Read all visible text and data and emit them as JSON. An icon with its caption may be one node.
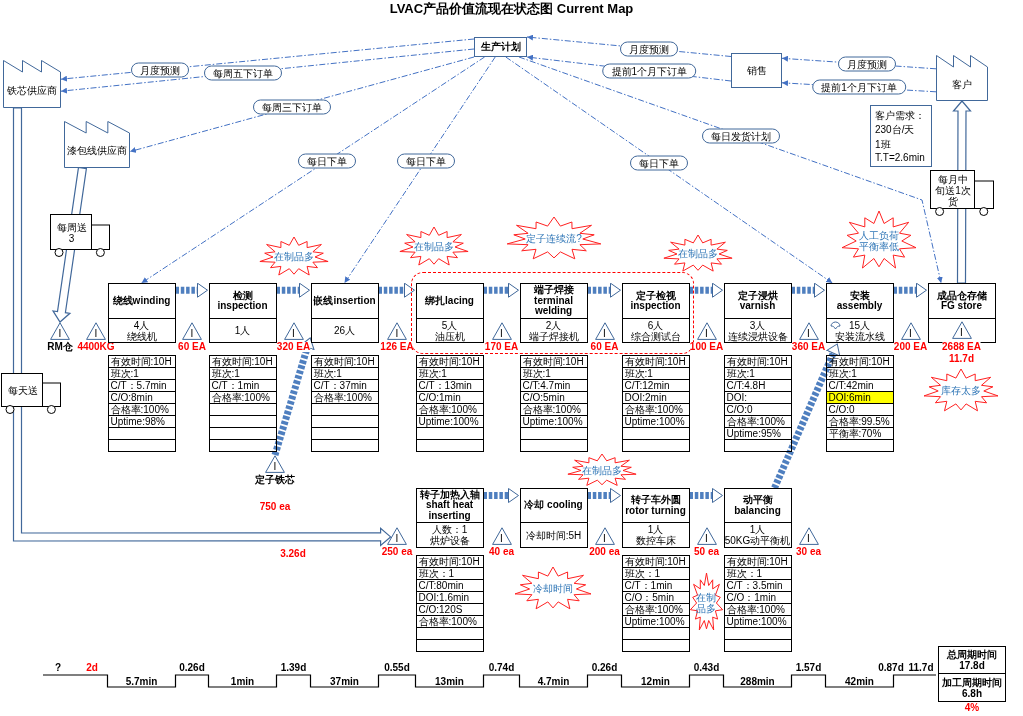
{
  "diagram": {
    "title": "LVAC产品价值流现在状态图 Current Map",
    "nodes": [
      {
        "text": [
          "生产计划"
        ]
      },
      {
        "text": [
          "铁芯供应商"
        ]
      },
      {
        "text": [
          "漆包线供应商"
        ]
      },
      {
        "text": [
          "销售"
        ]
      },
      {
        "text": [
          "客户"
        ]
      },
      {
        "text": [
          "客户需求：",
          "230台/天",
          "1班",
          "T.T=2.6min"
        ]
      },
      {
        "text": [
          "每周送3"
        ]
      },
      {
        "text": [
          "每天送"
        ]
      },
      {
        "text": [
          "每月中旬送1次货"
        ]
      },
      {
        "text": [
          "I"
        ],
        "beside": [
          "RM仓"
        ]
      },
      {
        "text": [
          "I"
        ],
        "beside": [
          "4400KG"
        ]
      },
      {
        "text": [
          "绕线winding",
          "4人",
          "绕线机"
        ]
      },
      {
        "text": [
          "有效时间:10H",
          "班次:1",
          "C/T：5.7min",
          "C/O:8min",
          "合格率:100%",
          "Uptime:98%"
        ]
      },
      {
        "text": [
          "I"
        ],
        "beside": [
          "60 EA"
        ]
      },
      {
        "text": [
          "检测 inspection",
          "1人"
        ]
      },
      {
        "text": [
          "有效时间:10H",
          "班次:1",
          "C/T：1min",
          "合格率:100%"
        ]
      },
      {
        "text": [
          "I"
        ],
        "beside": [
          "320 EA"
        ]
      },
      {
        "text": [
          "嵌线insertion",
          "26人"
        ]
      },
      {
        "text": [
          "有效时间:10H",
          "班次:1",
          "C/T：37min",
          "合格率:100%"
        ]
      },
      {
        "text": [
          "I"
        ],
        "beside": [
          "126 EA"
        ]
      },
      {
        "text": [],
        "shape": "box"
      },
      {
        "text": [
          "绑扎lacing",
          "5人",
          "油压机"
        ],
        "in": 20
      },
      {
        "text": [
          "有效时间:10H",
          "班次:1",
          "C/T：13min",
          "C/O:1min",
          "合格率:100%",
          "Uptime:100%"
        ]
      },
      {
        "text": [
          "I"
        ],
        "beside": [
          "170 EA"
        ],
        "in": 20
      },
      {
        "text": [
          "端子焊接 terminal welding",
          "2人",
          "端子焊接机"
        ],
        "in": 20
      },
      {
        "text": [
          "有效时间:10H",
          "班次:1",
          "C/T:4.7min",
          "C/O:5min",
          "合格率:100%",
          "Uptime:100%"
        ]
      },
      {
        "text": [
          "I"
        ],
        "beside": [
          "60 EA"
        ],
        "in": 20
      },
      {
        "text": [
          "定子检视 inspection",
          "6人",
          "综合测试台"
        ],
        "in": 20
      },
      {
        "text": [
          "有效时间:10H",
          "班次:1",
          "C/T:12min",
          "DOI:2min",
          "合格率:100%",
          "Uptime:100%"
        ]
      },
      {
        "text": [
          "I"
        ],
        "beside": [
          "100 EA"
        ]
      },
      {
        "text": [
          "定子浸烘 varnish",
          "3人",
          "连续浸烘设备"
        ]
      },
      {
        "text": [
          "有效时间:10H",
          "班次:1",
          "C/T:4.8H",
          "DOI:",
          "C/O:0",
          "合格率:100%",
          "Uptime:95%"
        ]
      },
      {
        "text": [
          "I"
        ],
        "beside": [
          "360 EA"
        ]
      },
      {
        "text": [
          "安装assembly",
          "15人",
          "安装流水线"
        ]
      },
      {
        "text": [
          "有效时间:10H",
          "班次:1",
          "C/T:42min",
          "DOI:6min",
          "C/O:0",
          "合格率:99.5%",
          "平衡率:70%"
        ]
      },
      {
        "text": [
          "I"
        ],
        "beside": [
          "200 EA"
        ]
      },
      {
        "text": [
          "成品仓存储 FG store"
        ]
      },
      {
        "text": [
          "I"
        ],
        "beside": [
          "2688 EA",
          "11.7d"
        ],
        "in": 36
      },
      {
        "text": [
          "I"
        ],
        "beside": [
          "定子铁芯",
          "750 ea"
        ]
      },
      {
        "text": [
          "I"
        ],
        "beside": [
          "250 ea"
        ]
      },
      {
        "text": [
          "转子加热入轴 shaft heat inserting",
          "人数：1",
          "烘炉设备"
        ]
      },
      {
        "text": [
          "有效时间:10H",
          "班次：1",
          "C/T:80min",
          "DOI:1.6min",
          "C/O:120S",
          "合格率:100%"
        ]
      },
      {
        "text": [
          "I"
        ],
        "beside": [
          "40 ea"
        ]
      },
      {
        "text": [
          "冷却 cooling",
          "冷却时间:5H"
        ]
      },
      {
        "text": [
          "I"
        ],
        "beside": [
          "200 ea"
        ]
      },
      {
        "text": [
          "转子车外圆 rotor turning",
          "1人",
          "数控车床"
        ]
      },
      {
        "text": [
          "有效时间:10H",
          "班次：1",
          "C/T：1min",
          "C/O：5min",
          "合格率:100%",
          "Uptime:100%"
        ]
      },
      {
        "text": [
          "I"
        ],
        "beside": [
          "50 ea"
        ]
      },
      {
        "text": [
          "动平衡 balancing",
          "1人",
          "50KG动平衡机"
        ]
      },
      {
        "text": [
          "有效时间:10H",
          "班次：1",
          "C/T：3.5min",
          "C/O：1min",
          "合格率:100%",
          "Uptime:100%"
        ]
      },
      {
        "text": [
          "I"
        ],
        "beside": [
          "30 ea"
        ]
      },
      {
        "text": [
          "在制品多"
        ]
      },
      {
        "text": [
          "在制品多"
        ]
      },
      {
        "text": [
          "定子连续流?"
        ]
      },
      {
        "text": [
          "在制品多"
        ]
      },
      {
        "text": [
          "人工负荷平衡率低"
        ]
      },
      {
        "text": [
          "库存太多"
        ]
      },
      {
        "text": [
          "在制品多"
        ]
      },
      {
        "text": [
          "冷却时间"
        ]
      },
      {
        "text": [
          "在制品多"
        ]
      },
      {
        "text": [
          "总周期时间",
          "17.8d",
          "加工周期时间",
          "6.8h"
        ],
        "beside": [
          "4%"
        ]
      }
    ],
    "edges": [
      {
        "from": 3,
        "to": 0,
        "arrow": "to",
        "label": "月度预测",
        "style": "dashed"
      },
      {
        "from": 3,
        "to": 0,
        "arrow": "to",
        "label": "提前1个月下订单",
        "style": "dashed"
      },
      {
        "from": 4,
        "to": 3,
        "arrow": "to",
        "label": "月度预测",
        "style": "dashed"
      },
      {
        "from": 4,
        "to": 3,
        "arrow": "to",
        "label": "提前1个月下订单",
        "style": "dashed"
      },
      {
        "from": 0,
        "to": 1,
        "arrow": "to",
        "label": "月度预测",
        "style": "dashed"
      },
      {
        "from": 0,
        "to": 1,
        "arrow": "to",
        "label": "每周五下订单",
        "style": "dashed"
      },
      {
        "from": 0,
        "to": 2,
        "arrow": "to",
        "label": "每周三下订单",
        "style": "dashed"
      },
      {
        "from": 0,
        "to": 11,
        "arrow": "to",
        "label": "每日下单",
        "style": "dashed"
      },
      {
        "from": 0,
        "to": 17,
        "arrow": "to",
        "label": "每日下单",
        "style": "dashed"
      },
      {
        "from": 0,
        "to": 33,
        "arrow": "to",
        "label": "每日下单",
        "style": "dashed"
      },
      {
        "from": 0,
        "to": 36,
        "arrow": "to",
        "label": "每日发货计划",
        "style": "dashed"
      },
      {
        "from": 11,
        "to": 14,
        "arrow": "to"
      },
      {
        "from": 14,
        "to": 17,
        "arrow": "to"
      },
      {
        "from": 17,
        "to": 21,
        "arrow": "to"
      },
      {
        "from": 21,
        "to": 24,
        "arrow": "to"
      },
      {
        "from": 24,
        "to": 27,
        "arrow": "to"
      },
      {
        "from": 27,
        "to": 30,
        "arrow": "to"
      },
      {
        "from": 30,
        "to": 33,
        "arrow": "to"
      },
      {
        "from": 33,
        "to": 36,
        "arrow": "to"
      },
      {
        "from": 40,
        "to": 43,
        "arrow": "to"
      },
      {
        "from": 43,
        "to": 45,
        "arrow": "to"
      },
      {
        "from": 45,
        "to": 48,
        "arrow": "to"
      },
      {
        "from": 38,
        "to": 17,
        "arrow": "to"
      },
      {
        "from": 48,
        "to": 33,
        "arrow": "to"
      },
      {
        "from": 2,
        "to": 9,
        "arrow": "to",
        "style": "thick"
      },
      {
        "from": 1,
        "to": 39,
        "arrow": "to",
        "style": "thick"
      },
      {
        "from": 36,
        "to": 4,
        "arrow": "to",
        "style": "thick"
      }
    ],
    "labels": [
      "3.26d",
      "?",
      "2d",
      "0.26d",
      "1.39d",
      "0.55d",
      "0.74d",
      "0.26d",
      "0.43d",
      "1.57d",
      "0.87d",
      "11.7d",
      "5.7min",
      "1min",
      "37min",
      "13min",
      "4.7min",
      "12min",
      "288min",
      "42min"
    ]
  }
}
